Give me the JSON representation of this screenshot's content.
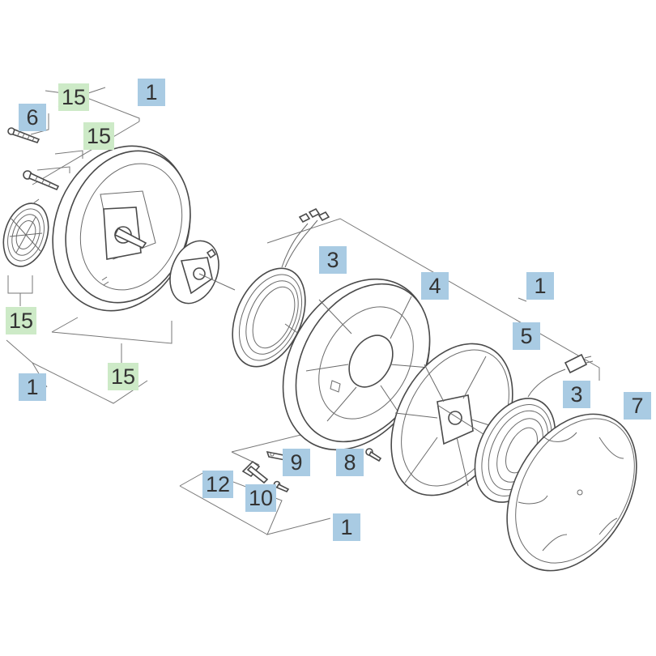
{
  "callouts": [
    {
      "id": "c1-top",
      "text": "1",
      "color": "blue"
    },
    {
      "id": "c15-top",
      "text": "15",
      "color": "green"
    },
    {
      "id": "c6",
      "text": "6",
      "color": "blue"
    },
    {
      "id": "c15-mid",
      "text": "15",
      "color": "green"
    },
    {
      "id": "c15-left",
      "text": "15",
      "color": "green"
    },
    {
      "id": "c1-left",
      "text": "1",
      "color": "blue"
    },
    {
      "id": "c15-bottom",
      "text": "15",
      "color": "green"
    },
    {
      "id": "c3-coil",
      "text": "3",
      "color": "blue"
    },
    {
      "id": "c4",
      "text": "4",
      "color": "blue"
    },
    {
      "id": "c1-right",
      "text": "1",
      "color": "blue"
    },
    {
      "id": "c5",
      "text": "5",
      "color": "blue"
    },
    {
      "id": "c3-cable",
      "text": "3",
      "color": "blue"
    },
    {
      "id": "c7",
      "text": "7",
      "color": "blue"
    },
    {
      "id": "c9",
      "text": "9",
      "color": "blue"
    },
    {
      "id": "c8",
      "text": "8",
      "color": "blue"
    },
    {
      "id": "c12",
      "text": "12",
      "color": "blue"
    },
    {
      "id": "c10",
      "text": "10",
      "color": "blue"
    },
    {
      "id": "c1-bottom",
      "text": "1",
      "color": "blue"
    }
  ],
  "colors": {
    "callout_blue": "#a9cbe3",
    "callout_green": "#cdeac7",
    "line": "#4a4a4a"
  }
}
